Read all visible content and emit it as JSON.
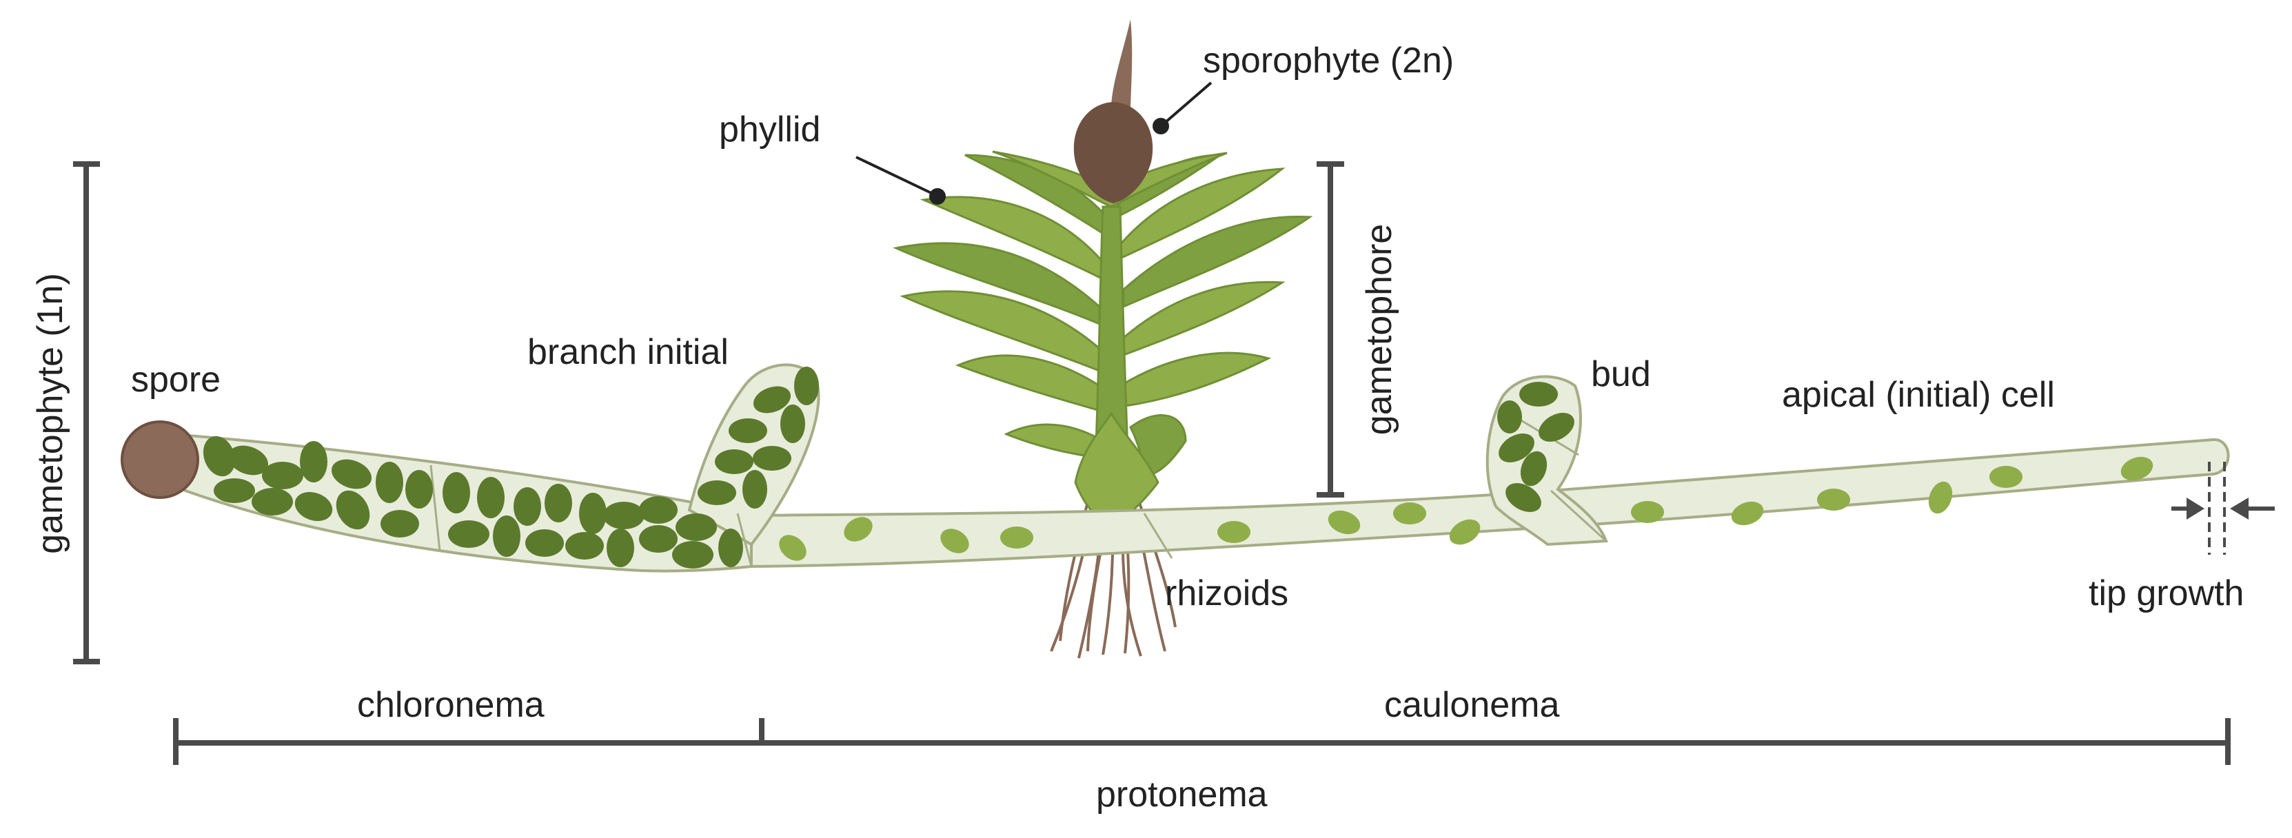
{
  "labels": {
    "sporophyte": "sporophyte (2n)",
    "phyllid": "phyllid",
    "gametophyte": "gametophyte (1n)",
    "spore": "spore",
    "branch_initial": "branch initial",
    "gametophore": "gametophore",
    "bud": "bud",
    "apical_cell": "apical (initial) cell",
    "rhizoids": "rhizoids",
    "tip_growth": "tip growth",
    "chloronema": "chloronema",
    "caulonema": "caulonema",
    "protonema": "protonema"
  },
  "colors": {
    "filament_fill": "#e8ecdb",
    "filament_stroke": "#a6ad86",
    "chloroplast_dark": "#5b7a2c",
    "chloroplast_light": "#8fae4a",
    "spore": "#8c6a5a",
    "capsule": "#6e5040",
    "leaf_light": "#8fae4a",
    "leaf_dark": "#6f8f35",
    "rhizoid": "#8a6a58",
    "bracket": "#4a4a4a",
    "text": "#222222"
  }
}
